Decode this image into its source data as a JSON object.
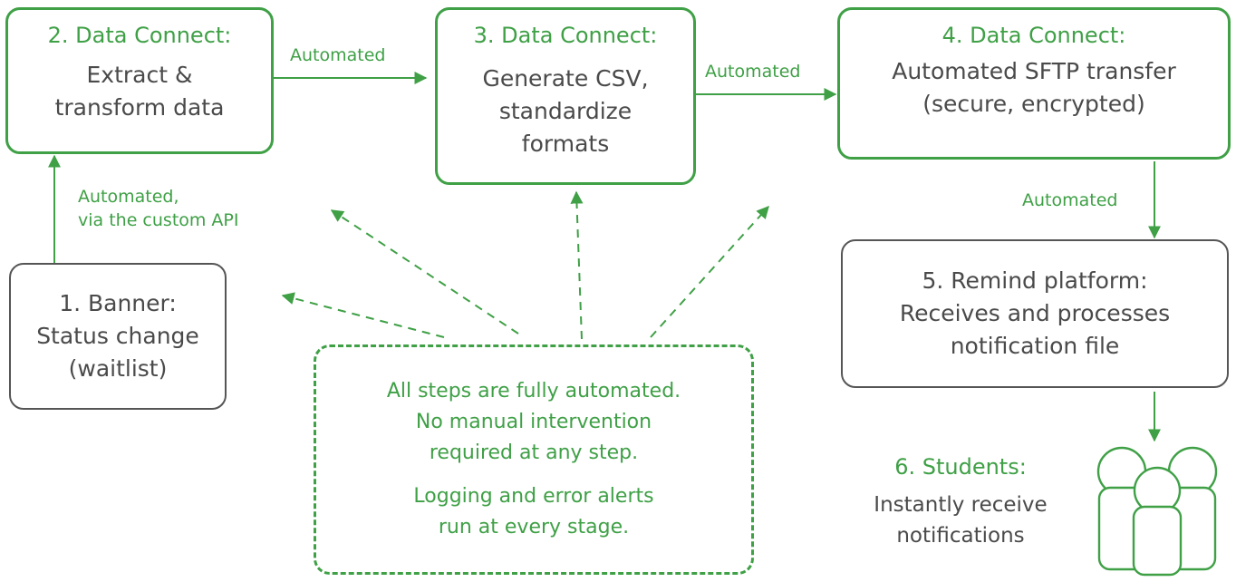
{
  "nodes": {
    "step2": {
      "title": "2. Data Connect:",
      "lines": [
        "Extract &",
        "transform data"
      ]
    },
    "step3": {
      "title": "3. Data Connect:",
      "lines": [
        "Generate CSV,",
        "standardize",
        "formats"
      ]
    },
    "step4": {
      "title": "4. Data Connect:",
      "lines": [
        "Automated SFTP transfer",
        "(secure, encrypted)"
      ]
    },
    "step1": {
      "lines": [
        "1. Banner:",
        "Status change",
        "(waitlist)"
      ]
    },
    "step5": {
      "lines": [
        "5. Remind platform:",
        "Receives and processes",
        "notification file"
      ]
    },
    "step6": {
      "title": "6. Students:",
      "lines": [
        "Instantly receive",
        "notifications"
      ]
    },
    "note": {
      "para1": [
        "All steps are fully automated.",
        "No manual intervention",
        "required at any step."
      ],
      "para2": [
        "Logging and error alerts",
        "run at every stage."
      ]
    }
  },
  "edges": {
    "e1_2": {
      "label_lines": [
        "Automated,",
        "via the custom API"
      ]
    },
    "e2_3": {
      "label": "Automated"
    },
    "e3_4": {
      "label": "Automated"
    },
    "e4_5": {
      "label": "Automated"
    }
  },
  "colors": {
    "accent": "#3fa046",
    "neutral": "#555555",
    "text_dark": "#4a4a4a"
  },
  "icons": {
    "students": "group-of-people-icon"
  }
}
